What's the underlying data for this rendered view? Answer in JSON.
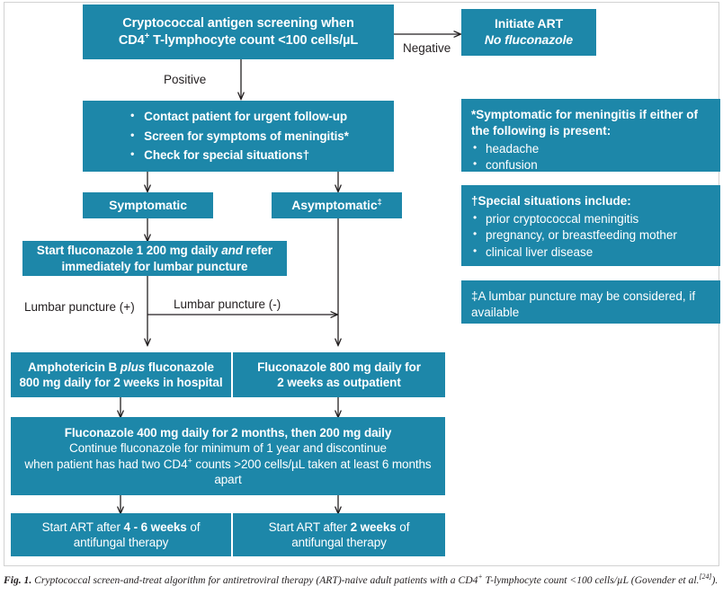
{
  "figure": {
    "accent_color": "#1d87a9",
    "text_color": "#ffffff",
    "label_color": "#231f20",
    "caption_prefix": "Fig. 1.",
    "caption_body": "Cryptococcal screen-and-treat algorithm for antiretroviral therapy (ART)-naive adult patients with a CD4",
    "caption_sup1": "+",
    "caption_body2": " T-lymphocyte count <100 cells/µL (Govender et al.",
    "caption_ref": "[24]",
    "caption_end": ")."
  },
  "boxes": {
    "screening": {
      "line1": "Cryptococcal antigen screening when",
      "line2_a": "CD4",
      "line2_sup": "+",
      "line2_b": " T-lymphocyte count <100 cells/µL"
    },
    "initiate_art": {
      "line1": "Initiate ART",
      "line2": "No fluconazole"
    },
    "actions": {
      "items": [
        "Contact patient for urgent follow-up",
        "Screen for symptoms of meningitis*",
        "Check for special situations†"
      ]
    },
    "symptomatic": {
      "label": "Symptomatic"
    },
    "asymptomatic": {
      "label_a": "Asymptomatic",
      "label_sup": "‡"
    },
    "start_fluconazole": {
      "line1_a": "Start fluconazole 1 200 mg daily ",
      "line1_italic": "and",
      "line1_b": " refer",
      "line2": "immediately for lumbar puncture"
    },
    "ampho": {
      "line1_a": "Amphotericin B ",
      "line1_italic": "plus",
      "line1_b": " fluconazole",
      "line2": "800 mg daily for 2 weeks in hospital"
    },
    "fluco_outpatient": {
      "line1": "Fluconazole 800 mg daily for",
      "line2": "2 weeks as outpatient"
    },
    "maintenance": {
      "line1": "Fluconazole 400 mg daily for 2 months, then 200 mg daily",
      "line2": "Continue fluconazole for minimum of 1 year and discontinue",
      "line3_a": "when patient has had two CD4",
      "line3_sup": "+",
      "line3_b": " counts >200 cells/µL taken at least 6 months",
      "line4": "apart"
    },
    "art_4_6": {
      "line1_a": "Start ART after ",
      "line1_bold": "4 - 6 weeks",
      "line1_b": " of",
      "line2": "antifungal therapy"
    },
    "art_2": {
      "line1_a": "Start ART after ",
      "line1_bold": "2 weeks",
      "line1_b": " of",
      "line2": "antifungal therapy"
    }
  },
  "notes": {
    "symptomatic_note": {
      "heading": "*Symptomatic for meningitis if either of the following is present:",
      "items": [
        "headache",
        "confusion"
      ]
    },
    "special_situations_note": {
      "heading": "†Special situations include:",
      "items": [
        "prior cryptococcal meningitis",
        "pregnancy, or breastfeeding mother",
        "clinical liver disease"
      ]
    },
    "lumbar_note": {
      "heading": "‡A lumbar puncture may be considered, if available"
    }
  },
  "edge_labels": {
    "negative": "Negative",
    "positive": "Positive",
    "lp_positive": "Lumbar puncture (+)",
    "lp_negative": "Lumbar puncture (-)"
  }
}
